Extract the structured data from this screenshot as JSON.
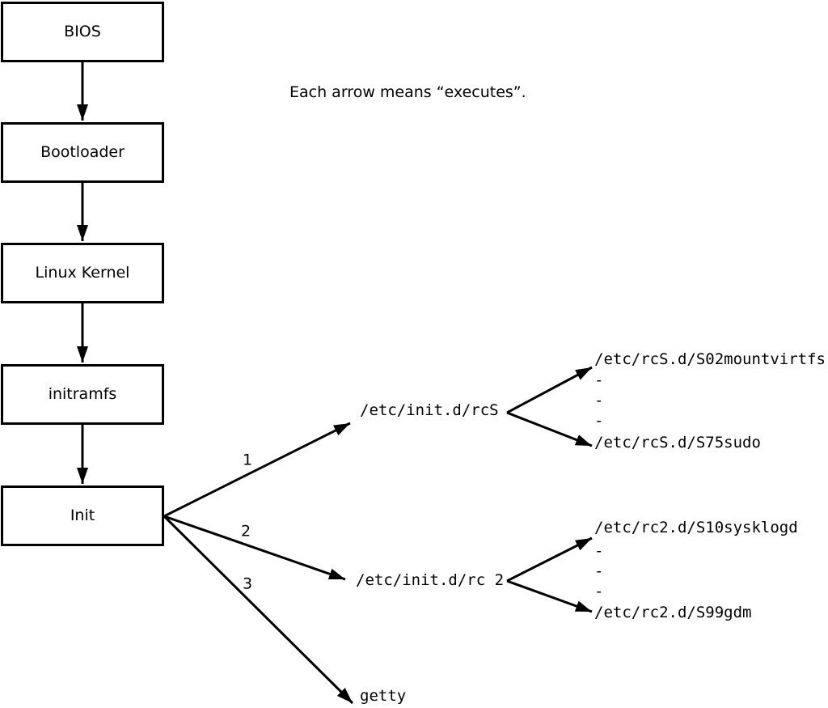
{
  "note": "Each arrow means “executes”.",
  "colors": {
    "line": "#000000",
    "background": "#ffffff",
    "box_fill": "#ffffff",
    "text": "#000000"
  },
  "flow_boxes": [
    {
      "label": "BIOS"
    },
    {
      "label": "Bootloader"
    },
    {
      "label": "Linux Kernel"
    },
    {
      "label": "initramfs"
    },
    {
      "label": "Init"
    }
  ],
  "branches": [
    {
      "number": "1",
      "target": "/etc/init.d/rcS",
      "children": [
        "/etc/rcS.d/S02mountvirtfs",
        "-",
        "-",
        "-",
        "/etc/rcS.d/S75sudo"
      ]
    },
    {
      "number": "2",
      "target": "/etc/init.d/rc 2",
      "children": [
        "/etc/rc2.d/S10sysklogd",
        "-",
        "-",
        "-",
        "/etc/rc2.d/S99gdm"
      ]
    },
    {
      "number": "3",
      "target": "getty",
      "children": []
    }
  ]
}
